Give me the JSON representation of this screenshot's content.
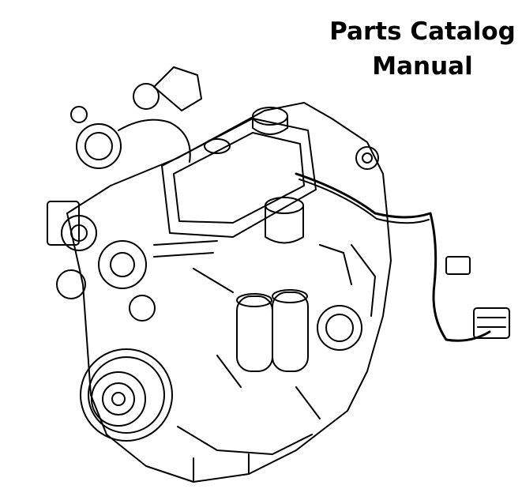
{
  "document": {
    "title_line1": "Parts Catalog",
    "title_line2": "Manual"
  },
  "illustration": {
    "subject": "engine-line-drawing",
    "stroke_color": "#000000",
    "fill_color": "#ffffff"
  }
}
